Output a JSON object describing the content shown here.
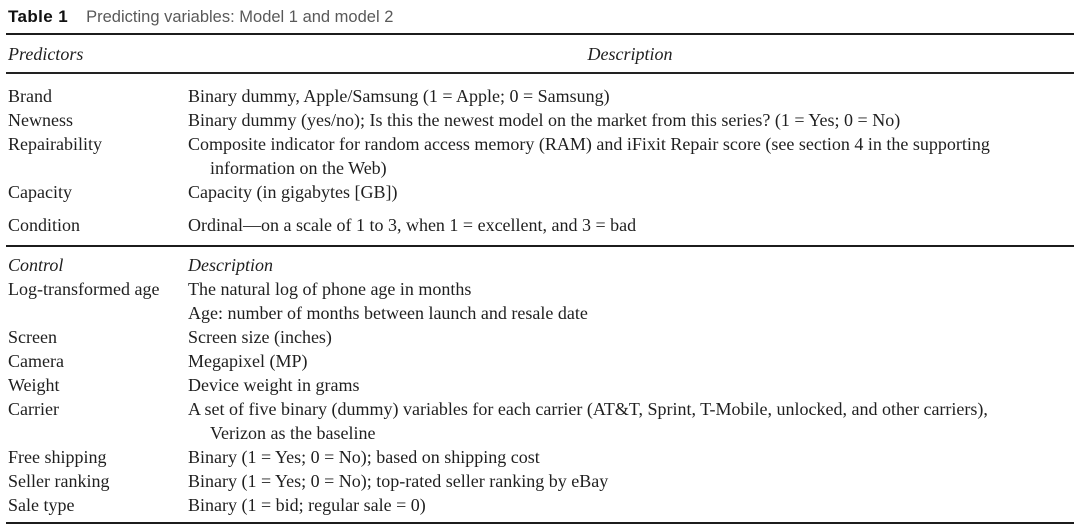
{
  "title": {
    "label": "Table 1",
    "caption": "Predicting variables: Model 1 and model 2"
  },
  "colors": {
    "background": "#ffffff",
    "text": "#1f1f1f",
    "caption_gray": "#595959",
    "rule": "#1c1c1c"
  },
  "table": {
    "sections": [
      {
        "col1_header": "Predictors",
        "col2_header": "Description",
        "rows": [
          {
            "label": "Brand",
            "lines": [
              "Binary dummy, Apple/Samsung (1 = Apple; 0 = Samsung)"
            ]
          },
          {
            "label": "Newness",
            "lines": [
              "Binary dummy (yes/no); Is this the newest model on the market from this series? (1 = Yes; 0 = No)"
            ]
          },
          {
            "label": "Repairability",
            "lines": [
              "Composite indicator for random access memory (RAM) and iFixit Repair score (see section 4 in the supporting",
              "information on the Web)"
            ]
          },
          {
            "label": "Capacity",
            "lines": [
              "Capacity (in gigabytes [GB])"
            ]
          },
          {
            "label": "Condition",
            "lines": [
              "Ordinal—on a scale of 1 to 3, when 1 = excellent, and 3 = bad"
            ]
          }
        ]
      },
      {
        "col1_header": "Control",
        "col2_header": "Description",
        "rows": [
          {
            "label": "Log-transformed age",
            "lines": [
              "The natural log of phone age in months",
              "Age: number of months between launch and resale date"
            ]
          },
          {
            "label": "Screen",
            "lines": [
              "Screen size (inches)"
            ]
          },
          {
            "label": "Camera",
            "lines": [
              "Megapixel (MP)"
            ]
          },
          {
            "label": "Weight",
            "lines": [
              "Device weight in grams"
            ]
          },
          {
            "label": "Carrier",
            "lines": [
              "A set of five binary (dummy) variables for each carrier (AT&T, Sprint, T-Mobile, unlocked, and other carriers),",
              "Verizon as the baseline"
            ]
          },
          {
            "label": "Free shipping",
            "lines": [
              "Binary (1 = Yes; 0 = No); based on shipping cost"
            ]
          },
          {
            "label": "Seller ranking",
            "lines": [
              "Binary (1 = Yes; 0 = No); top-rated seller ranking by eBay"
            ]
          },
          {
            "label": "Sale type",
            "lines": [
              "Binary (1 = bid; regular sale = 0)"
            ]
          }
        ]
      }
    ]
  }
}
